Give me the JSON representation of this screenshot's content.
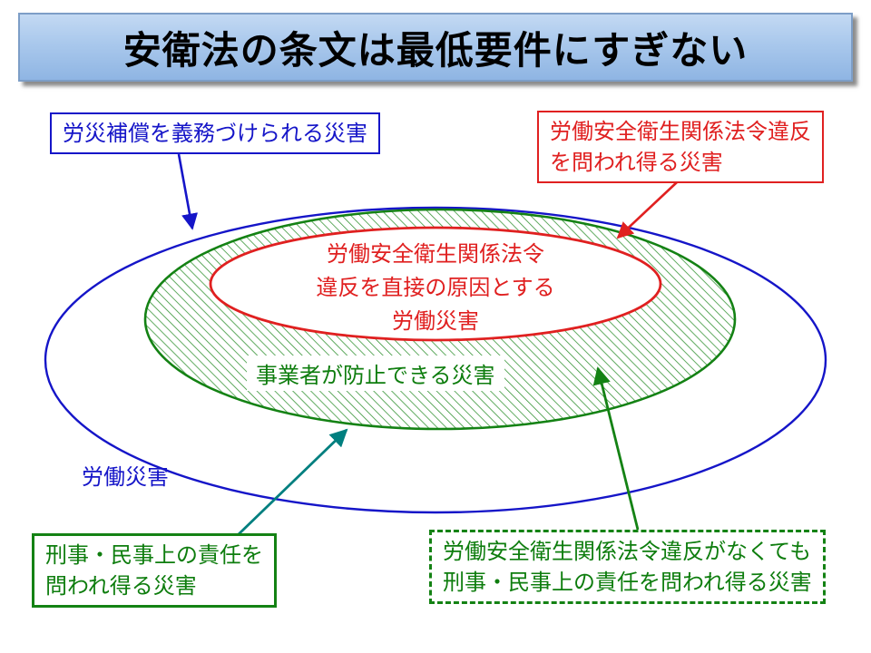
{
  "title": "安衛法の条文は最低要件にすぎない",
  "diagram": {
    "outer_label": "労働災害",
    "middle_label": "事業者が防止できる災害",
    "inner_lines": [
      "労働安全衛生関係法令",
      "違反を直接の原因とする",
      "労働災害"
    ]
  },
  "callouts": {
    "top_left": [
      "労災補償を義務づけられる災害"
    ],
    "top_right": [
      "労働安全衛生関係法令違反",
      "を問われ得る災害"
    ],
    "bottom_left": [
      "刑事・民事上の責任を",
      "問われ得る災害"
    ],
    "bottom_right": [
      "労働安全衛生関係法令違反がなくても",
      "刑事・民事上の責任を問われ得る災害"
    ]
  },
  "colors": {
    "blue": "#1515c8",
    "red": "#e02020",
    "green": "#148214",
    "teal": "#007f7f",
    "title_bg": "#a9c8ec"
  }
}
